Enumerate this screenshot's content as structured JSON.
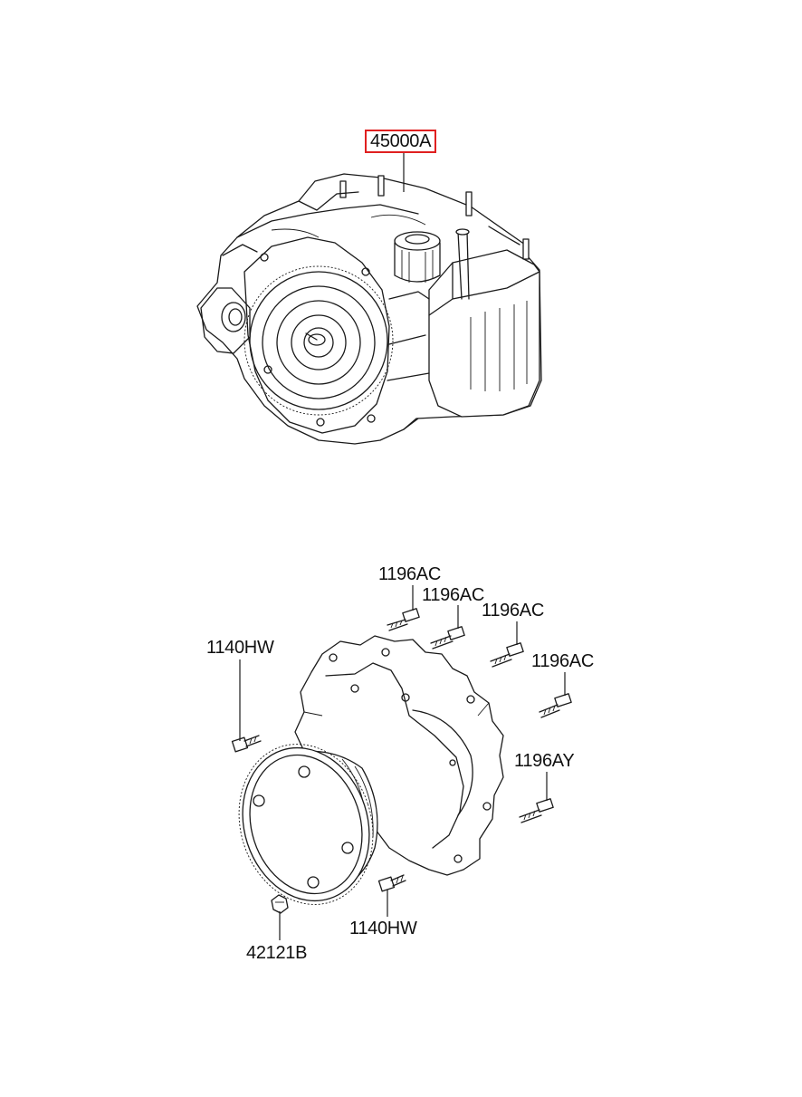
{
  "callouts": {
    "transaxle": "45000A",
    "bolt_1": "1196AC",
    "bolt_2": "1196AC",
    "bolt_3": "1196AC",
    "bolt_4": "1196AC",
    "bolt_5": "1196AY",
    "bolt_left": "1140HW",
    "bolt_bottom": "1140HW",
    "plate_bolt": "42121B"
  },
  "colors": {
    "highlight": "#e02020",
    "line": "#1a1a1a",
    "background": "#ffffff"
  }
}
